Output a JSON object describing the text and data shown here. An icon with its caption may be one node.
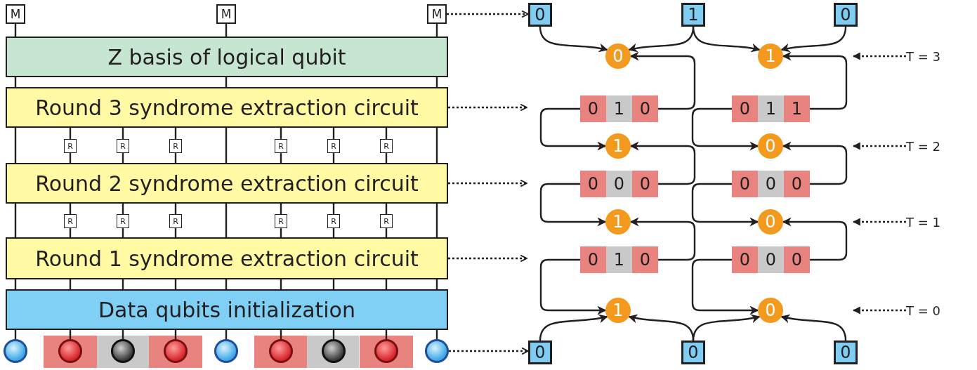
{
  "diagram": {
    "nodes": [
      {
        "text": [
          "M"
        ]
      },
      {
        "text": [
          "M"
        ]
      },
      {
        "text": [
          "M"
        ]
      },
      {
        "text": [
          "Z basis of logical qubit"
        ]
      },
      {
        "text": [
          "Round 3 syndrome extraction circuit"
        ]
      },
      {
        "text": [
          "R"
        ]
      },
      {
        "text": [
          "R"
        ]
      },
      {
        "text": [
          "R"
        ]
      },
      {
        "text": [
          "R"
        ]
      },
      {
        "text": [
          "R"
        ]
      },
      {
        "text": [
          "R"
        ]
      },
      {
        "text": [
          "Round 2 syndrome extraction circuit"
        ]
      },
      {
        "text": [
          "R"
        ]
      },
      {
        "text": [
          "R"
        ]
      },
      {
        "text": [
          "R"
        ]
      },
      {
        "text": [
          "R"
        ]
      },
      {
        "text": [
          "R"
        ]
      },
      {
        "text": [
          "R"
        ]
      },
      {
        "text": [
          "Round 1 syndrome extraction circuit"
        ]
      },
      {
        "text": [
          "Data qubits initialization"
        ]
      },
      {
        "text": [],
        "shape": "circle"
      },
      {
        "text": [],
        "shape": "circle"
      },
      {
        "text": [],
        "shape": "circle"
      },
      {
        "text": [],
        "shape": "circle"
      },
      {
        "text": [],
        "shape": "circle"
      },
      {
        "text": [],
        "shape": "circle"
      },
      {
        "text": [],
        "shape": "circle"
      },
      {
        "text": [],
        "shape": "circle"
      },
      {
        "text": [],
        "shape": "circle"
      },
      {
        "text": [
          "0"
        ]
      },
      {
        "text": [
          "1"
        ]
      },
      {
        "text": [
          "0"
        ]
      },
      {
        "text": [
          "0"
        ]
      },
      {
        "text": [
          "1"
        ]
      },
      {
        "text": [
          "0",
          "1",
          "0"
        ]
      },
      {
        "text": [
          "0",
          "1",
          "1"
        ]
      },
      {
        "text": [
          "1"
        ]
      },
      {
        "text": [
          "0"
        ]
      },
      {
        "text": [
          "0",
          "0",
          "0"
        ]
      },
      {
        "text": [
          "0",
          "0",
          "0"
        ]
      },
      {
        "text": [
          "1"
        ]
      },
      {
        "text": [
          "0"
        ]
      },
      {
        "text": [
          "0",
          "1",
          "0"
        ]
      },
      {
        "text": [
          "0",
          "0",
          "0"
        ]
      },
      {
        "text": [
          "1"
        ]
      },
      {
        "text": [
          "0"
        ]
      },
      {
        "text": [
          "0"
        ]
      },
      {
        "text": [
          "0"
        ]
      },
      {
        "text": [
          "0"
        ]
      },
      {
        "text": [
          "T = 3"
        ]
      },
      {
        "text": [
          "T = 2"
        ]
      },
      {
        "text": [
          "T = 1"
        ]
      },
      {
        "text": [
          "T = 0"
        ]
      }
    ],
    "edges": [
      {
        "from": 20,
        "to": 19,
        "arrow": "none"
      },
      {
        "from": 19,
        "to": 18,
        "arrow": "none"
      },
      {
        "from": 18,
        "to": 11,
        "arrow": "none"
      },
      {
        "from": 11,
        "to": 4,
        "arrow": "none"
      },
      {
        "from": 4,
        "to": 3,
        "arrow": "none"
      },
      {
        "from": 3,
        "to": 0,
        "arrow": "none"
      },
      {
        "from": 21,
        "to": 19,
        "arrow": "none"
      },
      {
        "from": 19,
        "to": 18,
        "arrow": "none"
      },
      {
        "from": 18,
        "to": 12,
        "arrow": "none"
      },
      {
        "from": 12,
        "to": 11,
        "arrow": "none"
      },
      {
        "from": 11,
        "to": 5,
        "arrow": "none"
      },
      {
        "from": 5,
        "to": 4,
        "arrow": "none"
      },
      {
        "from": 22,
        "to": 19,
        "arrow": "none"
      },
      {
        "from": 19,
        "to": 18,
        "arrow": "none"
      },
      {
        "from": 18,
        "to": 13,
        "arrow": "none"
      },
      {
        "from": 13,
        "to": 11,
        "arrow": "none"
      },
      {
        "from": 11,
        "to": 6,
        "arrow": "none"
      },
      {
        "from": 6,
        "to": 4,
        "arrow": "none"
      },
      {
        "from": 23,
        "to": 19,
        "arrow": "none"
      },
      {
        "from": 19,
        "to": 18,
        "arrow": "none"
      },
      {
        "from": 18,
        "to": 14,
        "arrow": "none"
      },
      {
        "from": 14,
        "to": 11,
        "arrow": "none"
      },
      {
        "from": 11,
        "to": 7,
        "arrow": "none"
      },
      {
        "from": 7,
        "to": 4,
        "arrow": "none"
      },
      {
        "from": 24,
        "to": 19,
        "arrow": "none"
      },
      {
        "from": 19,
        "to": 18,
        "arrow": "none"
      },
      {
        "from": 18,
        "to": 11,
        "arrow": "none"
      },
      {
        "from": 11,
        "to": 4,
        "arrow": "none"
      },
      {
        "from": 4,
        "to": 3,
        "arrow": "none"
      },
      {
        "from": 3,
        "to": 1,
        "arrow": "none"
      },
      {
        "from": 25,
        "to": 19,
        "arrow": "none"
      },
      {
        "from": 19,
        "to": 18,
        "arrow": "none"
      },
      {
        "from": 18,
        "to": 15,
        "arrow": "none"
      },
      {
        "from": 15,
        "to": 11,
        "arrow": "none"
      },
      {
        "from": 11,
        "to": 8,
        "arrow": "none"
      },
      {
        "from": 8,
        "to": 4,
        "arrow": "none"
      },
      {
        "from": 26,
        "to": 19,
        "arrow": "none"
      },
      {
        "from": 19,
        "to": 18,
        "arrow": "none"
      },
      {
        "from": 18,
        "to": 16,
        "arrow": "none"
      },
      {
        "from": 16,
        "to": 11,
        "arrow": "none"
      },
      {
        "from": 11,
        "to": 9,
        "arrow": "none"
      },
      {
        "from": 9,
        "to": 4,
        "arrow": "none"
      },
      {
        "from": 27,
        "to": 19,
        "arrow": "none"
      },
      {
        "from": 19,
        "to": 18,
        "arrow": "none"
      },
      {
        "from": 18,
        "to": 17,
        "arrow": "none"
      },
      {
        "from": 17,
        "to": 11,
        "arrow": "none"
      },
      {
        "from": 11,
        "to": 10,
        "arrow": "none"
      },
      {
        "from": 10,
        "to": 4,
        "arrow": "none"
      },
      {
        "from": 28,
        "to": 19,
        "arrow": "none"
      },
      {
        "from": 19,
        "to": 18,
        "arrow": "none"
      },
      {
        "from": 18,
        "to": 11,
        "arrow": "none"
      },
      {
        "from": 11,
        "to": 4,
        "arrow": "none"
      },
      {
        "from": 4,
        "to": 3,
        "arrow": "none"
      },
      {
        "from": 3,
        "to": 2,
        "arrow": "none"
      },
      {
        "from": 2,
        "to": 29,
        "arrow": "to",
        "style": "dashed"
      },
      {
        "from": 4,
        "to": null,
        "arrow": "to",
        "style": "dashed"
      },
      {
        "from": 11,
        "to": null,
        "arrow": "to",
        "style": "dashed"
      },
      {
        "from": 18,
        "to": null,
        "arrow": "to",
        "style": "dashed"
      },
      {
        "from": 28,
        "to": 46,
        "arrow": "to",
        "style": "dashed"
      },
      {
        "from": 49,
        "to": null,
        "arrow": "to",
        "style": "dashed"
      },
      {
        "from": 50,
        "to": null,
        "arrow": "to",
        "style": "dashed"
      },
      {
        "from": 51,
        "to": null,
        "arrow": "to",
        "style": "dashed"
      },
      {
        "from": 52,
        "to": null,
        "arrow": "to",
        "style": "dashed"
      },
      {
        "from": 29,
        "to": 32,
        "arrow": "to"
      },
      {
        "from": 30,
        "to": 32,
        "arrow": "to"
      },
      {
        "from": 30,
        "to": 33,
        "arrow": "to"
      },
      {
        "from": 31,
        "to": 33,
        "arrow": "to"
      },
      {
        "from": 34,
        "to": 32,
        "arrow": "to"
      },
      {
        "from": 34,
        "to": 36,
        "arrow": "to"
      },
      {
        "from": 35,
        "to": 33,
        "arrow": "to"
      },
      {
        "from": 35,
        "to": 37,
        "arrow": "to"
      },
      {
        "from": 38,
        "to": 36,
        "arrow": "to"
      },
      {
        "from": 38,
        "to": 40,
        "arrow": "to"
      },
      {
        "from": 39,
        "to": 37,
        "arrow": "to"
      },
      {
        "from": 39,
        "to": 41,
        "arrow": "to"
      },
      {
        "from": 42,
        "to": 40,
        "arrow": "to"
      },
      {
        "from": 42,
        "to": 44,
        "arrow": "to"
      },
      {
        "from": 43,
        "to": 41,
        "arrow": "to"
      },
      {
        "from": 43,
        "to": 45,
        "arrow": "to"
      },
      {
        "from": 46,
        "to": 44,
        "arrow": "to"
      },
      {
        "from": 47,
        "to": 44,
        "arrow": "to"
      },
      {
        "from": 47,
        "to": 45,
        "arrow": "to"
      },
      {
        "from": 48,
        "to": 45,
        "arrow": "to"
      }
    ]
  }
}
